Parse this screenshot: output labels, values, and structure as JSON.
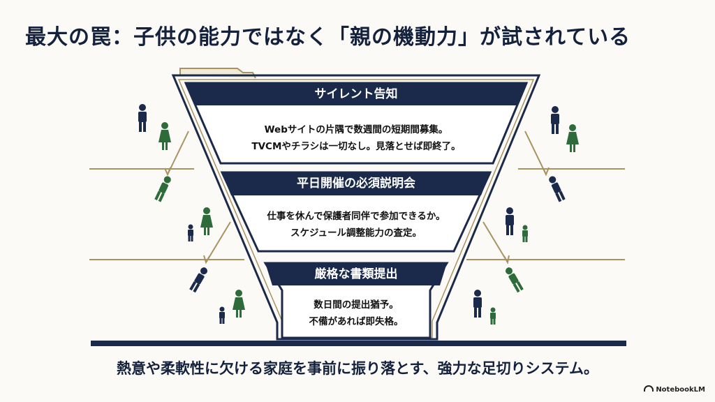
{
  "title": "最大の罠：子供の能力ではなく「親の機動力」が試されている",
  "stages": [
    {
      "heading": "サイレント告知",
      "lines": [
        "Webサイトの片隅で数週間の短期間募集。",
        "TVCMやチラシは一切なし。見落とせば即終了。"
      ]
    },
    {
      "heading": "平日開催の必須説明会",
      "lines": [
        "仕事を休んで保護者同伴で参加できるか。",
        "スケジュール調整能力の査定。"
      ]
    },
    {
      "heading": "厳格な書類提出",
      "lines": [
        "数日間の提出猶予。",
        "不備があれば即失格。"
      ]
    }
  ],
  "footer": "熱意や柔軟性に欠ける家庭を事前に振り落とす、強力な足切りシステム。",
  "brand": "NotebookLM",
  "colors": {
    "navy": "#1b2a4a",
    "gold": "#a89360",
    "green": "#2e6b3a"
  },
  "icons": [
    "person-navy-icon",
    "person-green-icon",
    "parent-child-icon",
    "falling-person-icon"
  ]
}
